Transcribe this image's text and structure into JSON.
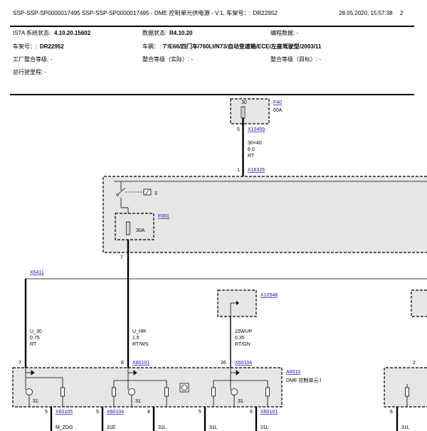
{
  "header": {
    "title": "SSP-SSP-SP0000017495 SSP-SSP-SP0000017495 - DME 控制单元供电源 - V.1, 车架号：: DR22952",
    "datetime": "28.05.2020, 15:57:38",
    "page": "2"
  },
  "info": {
    "ista_label": "ISTA 系统状态:",
    "ista_value": "4.10.20.15602",
    "data_label": "数据状态:",
    "data_value": "R4.10.20",
    "prog_label": "编程数据: -",
    "vin_label": "车架号：:",
    "vin_value": "DR22952",
    "vehicle_label": "车辆：:",
    "vehicle_value": "7'/E66/四门车/760LI/N73/自动变速箱/ECE/左座驾驶型/2003/11",
    "factory_label": "工厂整合等级: -",
    "integ_actual_label": "整合等级（实际）: -",
    "integ_target_label": "整合等级（目标）: -",
    "mileage_label": "总行驶里程: -"
  },
  "diagram": {
    "fuse_f40": {
      "id": "F40",
      "value": "60A",
      "slot": "30"
    },
    "conn_x10459": {
      "id": "X10459",
      "pin": "5"
    },
    "wire_main": {
      "size": "30×40",
      "gauge": "6.0",
      "color": "RT"
    },
    "conn_x16326": {
      "id": "X16326",
      "pin": "1"
    },
    "relay_pin": "3",
    "fuse_f001": {
      "id": "F001",
      "value": "30A"
    },
    "pin_7": "7",
    "conn_x6411": {
      "id": "X6411"
    },
    "conn_x10548": {
      "id": "X10548"
    },
    "wire_u30": {
      "name": "U_30",
      "gauge": "0.75",
      "color": "RT",
      "pin": "7"
    },
    "wire_uhr": {
      "name": "U_HR",
      "gauge": "1.5",
      "color": "RT/WS",
      "pin": "8",
      "conn": "X60101"
    },
    "wire_15wup": {
      "name": "15WUP",
      "gauge": "0.35",
      "color": "RT/GN",
      "pin": "26",
      "conn": "X60104"
    },
    "module_a6010": {
      "id": "A6010",
      "name": "DME 控制单元 I"
    },
    "pin_right": "2",
    "bottom": {
      "ground": "31",
      "pins": [
        "5",
        "5",
        "4",
        "5",
        "6",
        "6"
      ],
      "connectors": [
        "X60105",
        "X60104",
        "X60101"
      ],
      "signals": [
        "M_ZDG",
        "31E",
        "31L",
        "31L",
        "31L",
        "31L"
      ]
    }
  }
}
